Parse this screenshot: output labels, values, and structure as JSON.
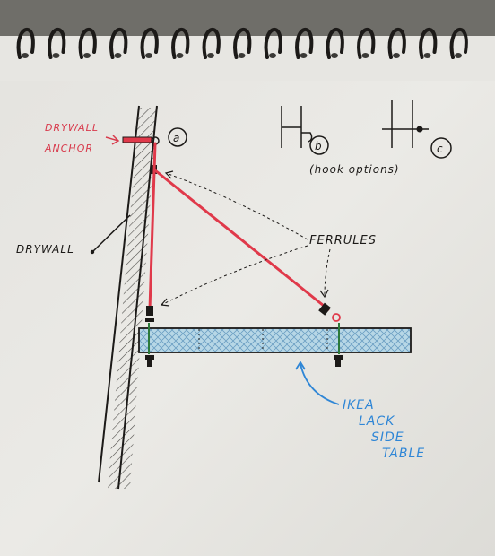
{
  "labels": {
    "drywall_anchor_line1": "DRYWALL",
    "drywall_anchor_line2": "ANCHOR",
    "marker_a": "a",
    "marker_b": "b",
    "marker_c": "c",
    "hook_options": "(hook options)",
    "drywall": "DRYWALL",
    "ferrules": "FERRULES",
    "ikea_line1": "IKEA",
    "ikea_line2": "LACK",
    "ikea_line3": "SIDE",
    "ikea_line4": "TABLE"
  },
  "colors": {
    "ink": "#1c1a18",
    "red_cord": "#e0394a",
    "red_text": "#d83a4c",
    "blue_text": "#2f86d6",
    "table_fill": "#b7d7e6",
    "table_hatch": "#4b86b3",
    "paper": "#e9e8e4"
  }
}
